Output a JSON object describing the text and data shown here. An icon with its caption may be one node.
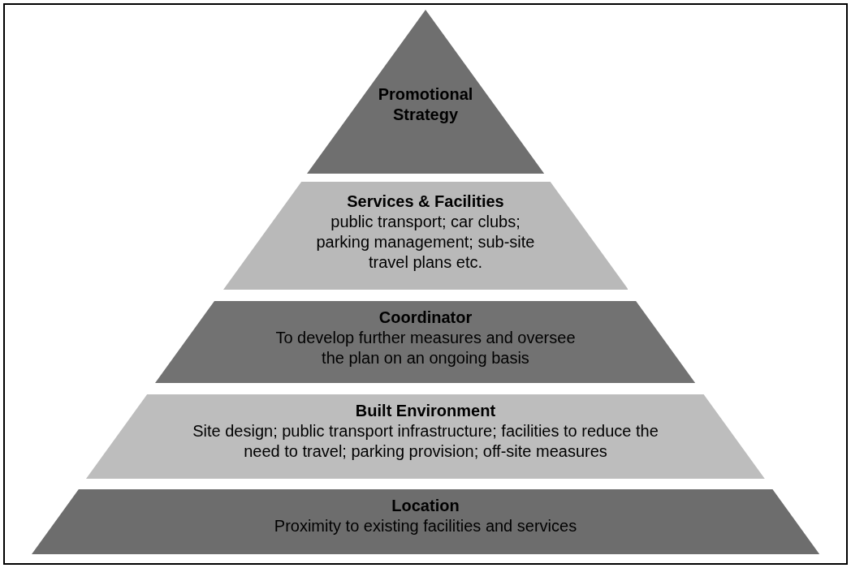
{
  "diagram": {
    "nodes": [
      {
        "text": [
          "Promotional Strategy"
        ]
      },
      {
        "text": [
          "Services & Facilities",
          "public transport; car clubs; parking management; sub-site travel plans etc."
        ]
      },
      {
        "text": [
          "Coordinator",
          "To develop further measures and oversee the plan on an ongoing basis"
        ]
      },
      {
        "text": [
          "Built Environment",
          "Site design; public transport infrastructure; facilities to reduce the need to travel; parking provision; off-site measures"
        ]
      },
      {
        "text": [
          "Location",
          "Proximity to existing facilities and services"
        ]
      }
    ]
  }
}
